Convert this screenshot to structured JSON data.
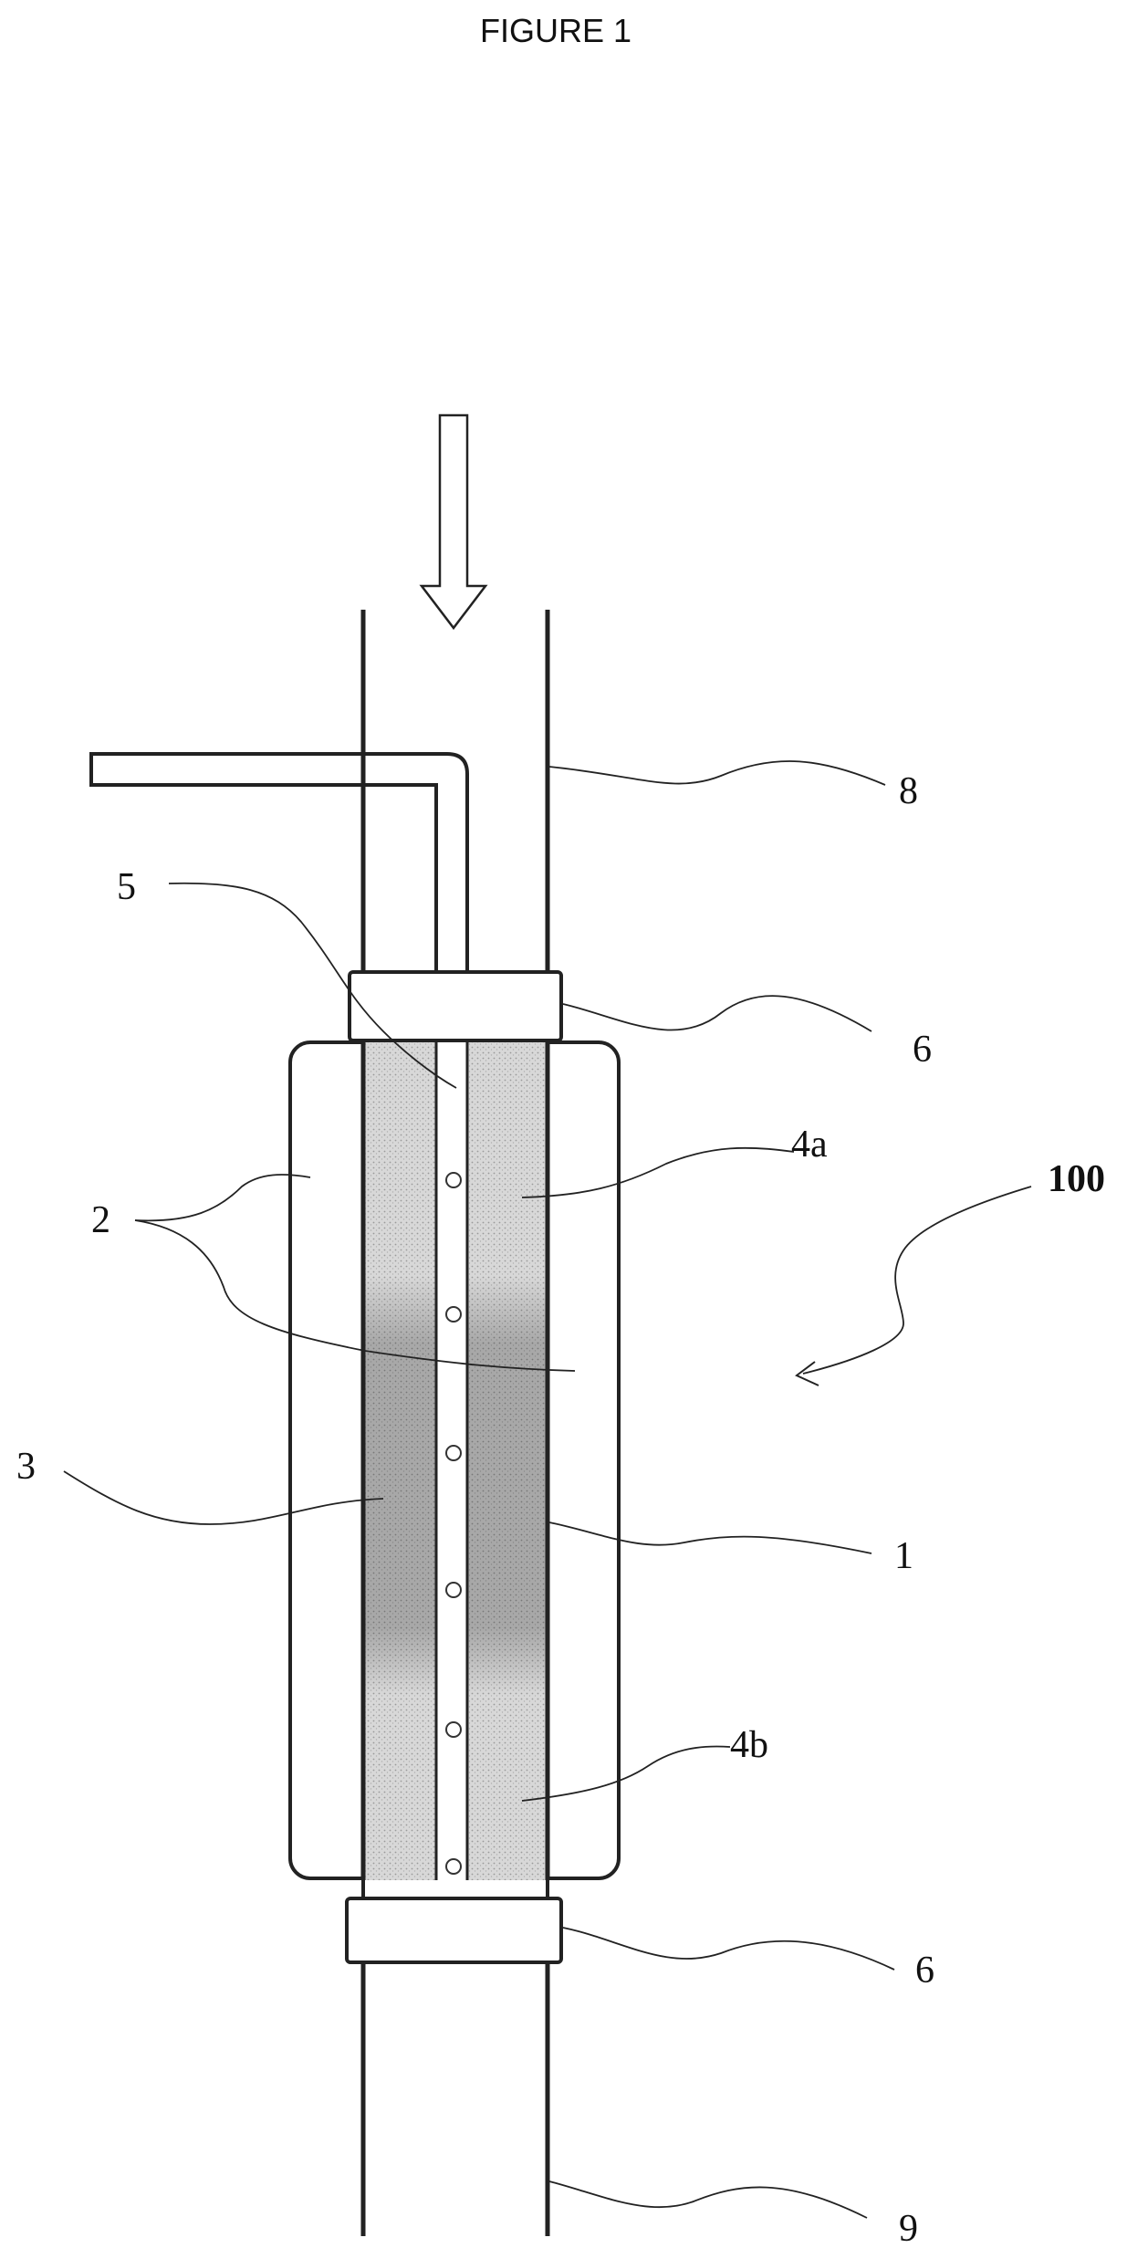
{
  "figure": {
    "title": "FIGURE 1"
  },
  "labels": {
    "l1": "1",
    "l2": "2",
    "l3": "3",
    "l4a": "4a",
    "l4b": "4b",
    "l5": "5",
    "l6_top": "6",
    "l6_bottom": "6",
    "l8": "8",
    "l9": "9",
    "l100": "100"
  },
  "colors": {
    "line": "#222222",
    "light_fill": "#d4d4d4",
    "dark_fill": "#a6a6a6",
    "background": "#ffffff"
  }
}
